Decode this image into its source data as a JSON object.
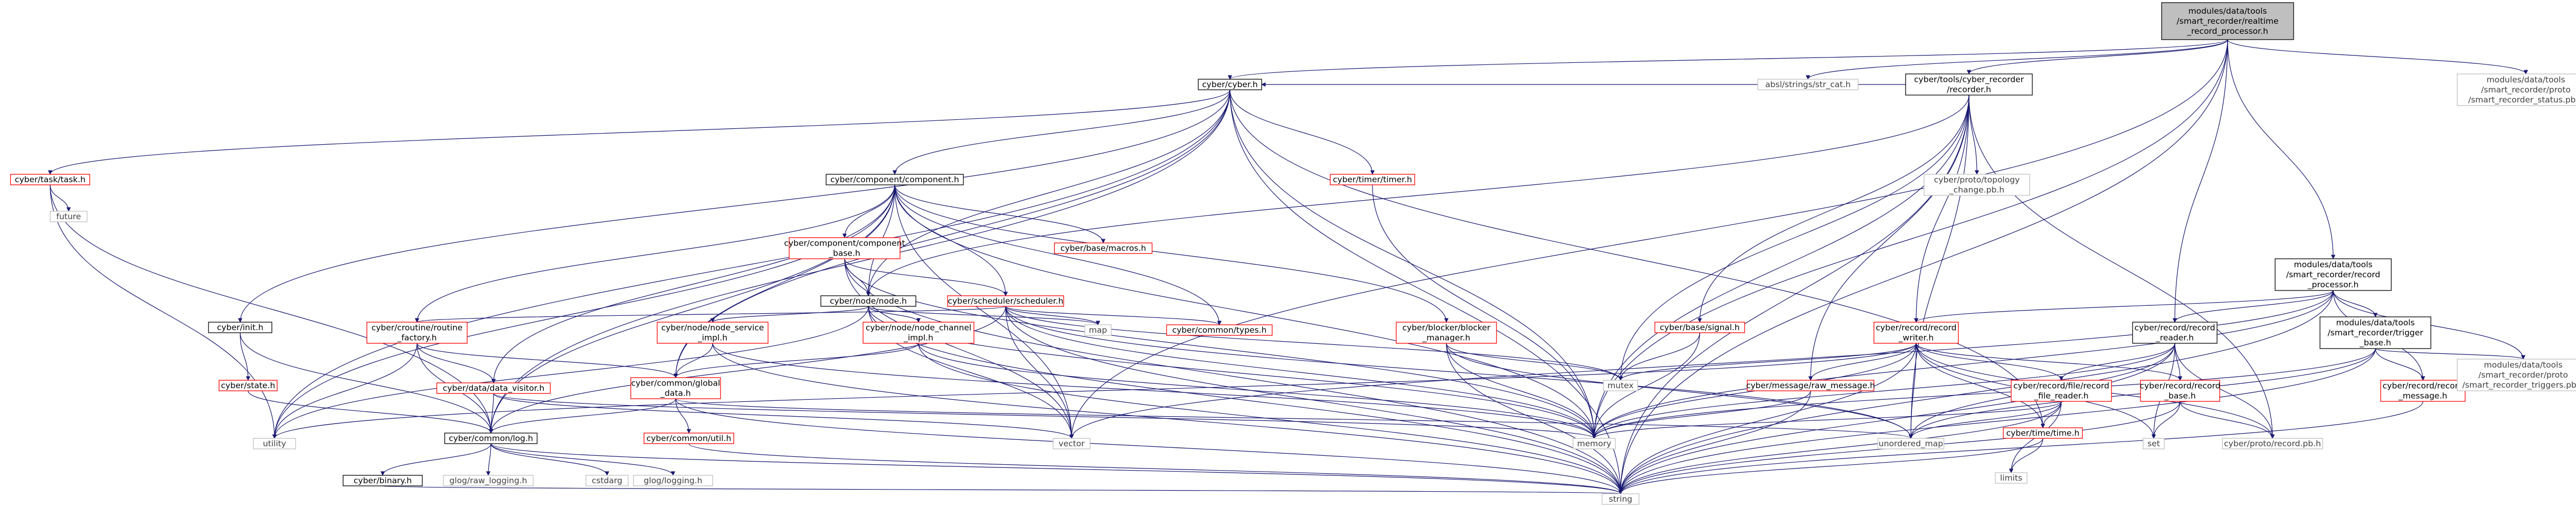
{
  "title": "modules/data/tools/smart_recorder/realtime_record_processor.h",
  "colors": {
    "edge": "#191970",
    "root_fill": "#bfbfbf",
    "node_border": "#000000",
    "missing_border": "#ff0000",
    "external_border": "#bfbfbf",
    "text": "#000000",
    "external_text": "#404040"
  },
  "nodes": {
    "root": [
      "modules/data/tools",
      "/smart_recorder/realtime",
      "_record_processor.h"
    ],
    "cyber_h": [
      "cyber/cyber.h"
    ],
    "str_cat": [
      "absl/strings/str_cat.h"
    ],
    "recorder_h": [
      "cyber/tools/cyber_recorder",
      "/recorder.h"
    ],
    "status_pb": [
      "modules/data/tools",
      "/smart_recorder/proto",
      "/smart_recorder_status.pb.h"
    ],
    "task_h": [
      "cyber/task/task.h"
    ],
    "future": [
      "future"
    ],
    "component_h": [
      "cyber/component/component.h"
    ],
    "timer_h": [
      "cyber/timer/timer.h"
    ],
    "topology_pb": [
      "cyber/proto/topology",
      "_change.pb.h"
    ],
    "timer_component": [
      "cyber/component/component",
      "_base.h"
    ],
    "macros_h": [
      "cyber/base/macros.h"
    ],
    "node_h": [
      "cyber/node/node.h"
    ],
    "scheduler_h": [
      "cyber/scheduler/scheduler.h"
    ],
    "init_h": [
      "cyber/init.h"
    ],
    "state_h": [
      "cyber/state.h"
    ],
    "routine_factory": [
      "cyber/croutine/routine",
      "_factory.h"
    ],
    "data_visitor": [
      "cyber/data/data_visitor.h"
    ],
    "node_service": [
      "cyber/node/node_service",
      "_impl.h"
    ],
    "node_channel": [
      "cyber/node/node_channel",
      "_impl.h"
    ],
    "map": [
      "map"
    ],
    "types_h": [
      "cyber/common/types.h"
    ],
    "global_data": [
      "cyber/common/global",
      "_data.h"
    ],
    "util_h": [
      "cyber/common/util.h"
    ],
    "log_h": [
      "cyber/common/log.h"
    ],
    "binary_h": [
      "cyber/binary.h"
    ],
    "glog_raw": [
      "glog/raw_logging.h"
    ],
    "cstdarg": [
      "cstdarg"
    ],
    "glog_logging": [
      "glog/logging.h"
    ],
    "utility": [
      "utility"
    ],
    "vector": [
      "vector"
    ],
    "blocker_manager": [
      "cyber/blocker/blocker",
      "_manager.h"
    ],
    "signal_h": [
      "cyber/base/signal.h"
    ],
    "mutex": [
      "mutex"
    ],
    "memory": [
      "memory"
    ],
    "raw_message": [
      "cyber/message/raw_message.h"
    ],
    "record_writer": [
      "cyber/record/record",
      "_writer.h"
    ],
    "unordered_map": [
      "unordered_map"
    ],
    "string": [
      "string"
    ],
    "record_reader": [
      "cyber/record/record",
      "_reader.h"
    ],
    "file_reader": [
      "cyber/record/file/record",
      "_file_reader.h"
    ],
    "time_h": [
      "cyber/time/time.h"
    ],
    "limits": [
      "limits"
    ],
    "record_base": [
      "cyber/record/record",
      "_base.h"
    ],
    "set": [
      "set"
    ],
    "record_pb": [
      "cyber/proto/record.pb.h"
    ],
    "record_processor": [
      "modules/data/tools",
      "/smart_recorder/record",
      "_processor.h"
    ],
    "trigger_base": [
      "modules/data/tools",
      "/smart_recorder/trigger",
      "_base.h"
    ],
    "record_message": [
      "cyber/record/record",
      "_message.h"
    ],
    "triggers_pb": [
      "modules/data/tools",
      "/smart_recorder/proto",
      "/smart_recorder_triggers.pb.h"
    ]
  }
}
